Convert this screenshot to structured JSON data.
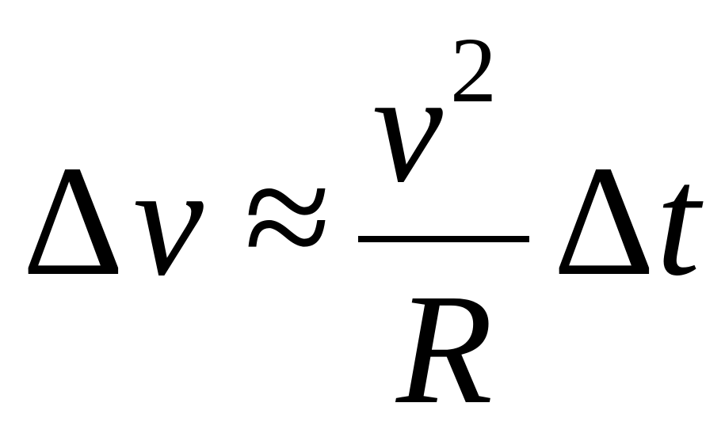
{
  "equation": {
    "lhs_delta": "Δ",
    "lhs_var": "v",
    "relation": "≈",
    "numerator_var": "v",
    "numerator_exponent": "2",
    "denominator_var": "R",
    "rhs_delta": "Δ",
    "rhs_var": "t"
  },
  "colors": {
    "text": "#000000",
    "background": "#ffffff"
  }
}
